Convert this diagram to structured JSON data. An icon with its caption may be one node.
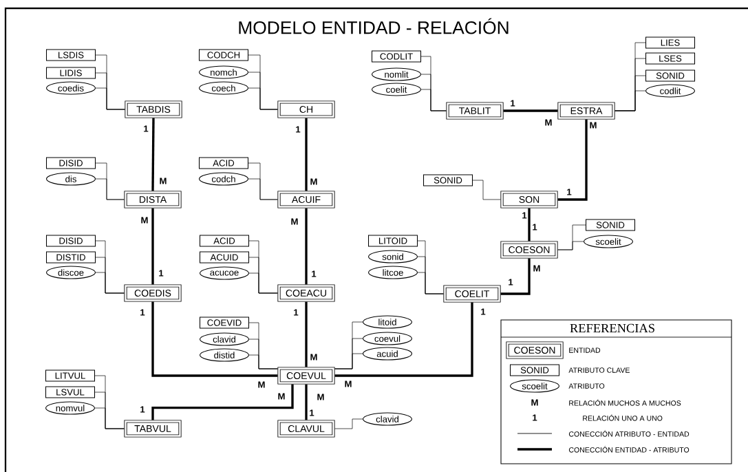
{
  "diagram": {
    "title": "MODELO ENTIDAD - RELACIÓN",
    "nodes": [
      {
        "text": [
          "LSDIS"
        ]
      },
      {
        "text": [
          "LIDIS"
        ]
      },
      {
        "text": [
          "coedis"
        ]
      },
      {
        "text": [
          "CODCH"
        ]
      },
      {
        "text": [
          "nomch"
        ]
      },
      {
        "text": [
          "coech"
        ]
      },
      {
        "text": [
          "CODLIT"
        ]
      },
      {
        "text": [
          "nomlit"
        ]
      },
      {
        "text": [
          "coelit"
        ]
      },
      {
        "text": [
          "LIES"
        ]
      },
      {
        "text": [
          "LSES"
        ]
      },
      {
        "text": [
          "SONID"
        ]
      },
      {
        "text": [
          "codlit"
        ]
      },
      {
        "text": [
          "TABDIS"
        ]
      },
      {
        "text": [
          "CH"
        ]
      },
      {
        "text": [
          "TABLIT"
        ]
      },
      {
        "text": [
          "ESTRA"
        ]
      },
      {
        "text": [
          "DISID"
        ]
      },
      {
        "text": [
          "dis"
        ]
      },
      {
        "text": [
          "ACID"
        ]
      },
      {
        "text": [
          "codch"
        ]
      },
      {
        "text": [
          "SONID"
        ]
      },
      {
        "text": [
          "DISTA"
        ]
      },
      {
        "text": [
          "ACUIF"
        ]
      },
      {
        "text": [
          "SON"
        ]
      },
      {
        "text": [
          "SONID"
        ]
      },
      {
        "text": [
          "scoelit"
        ]
      },
      {
        "text": [
          "COESON"
        ]
      },
      {
        "text": [
          "DISID"
        ]
      },
      {
        "text": [
          "DISTID"
        ]
      },
      {
        "text": [
          "discoe"
        ]
      },
      {
        "text": [
          "ACID"
        ]
      },
      {
        "text": [
          "ACUID"
        ]
      },
      {
        "text": [
          "acucoe"
        ]
      },
      {
        "text": [
          "LITOID"
        ]
      },
      {
        "text": [
          "sonid"
        ]
      },
      {
        "text": [
          "litcoe"
        ]
      },
      {
        "text": [
          "COEDIS"
        ]
      },
      {
        "text": [
          "COEACU"
        ]
      },
      {
        "text": [
          "COELIT"
        ]
      },
      {
        "text": [
          "COEVID"
        ]
      },
      {
        "text": [
          "clavid"
        ]
      },
      {
        "text": [
          "distid"
        ]
      },
      {
        "text": [
          "litoid"
        ]
      },
      {
        "text": [
          "coevul"
        ]
      },
      {
        "text": [
          "acuid"
        ]
      },
      {
        "text": [
          "COEVUL"
        ]
      },
      {
        "text": [
          "LITVUL"
        ]
      },
      {
        "text": [
          "LSVUL"
        ]
      },
      {
        "text": [
          "nomvul"
        ]
      },
      {
        "text": [
          "TABVUL"
        ]
      },
      {
        "text": [
          "CLAVUL"
        ]
      },
      {
        "text": [
          "clavid"
        ]
      },
      {
        "text": [
          "COESON"
        ]
      },
      {
        "text": [
          "SONID"
        ]
      },
      {
        "text": [
          "scoelit"
        ]
      }
    ],
    "edges": [
      {
        "from": 13,
        "to": 0,
        "arrow": "none"
      },
      {
        "from": 13,
        "to": 1,
        "arrow": "none"
      },
      {
        "from": 13,
        "to": 2,
        "arrow": "none"
      },
      {
        "from": 14,
        "to": 3,
        "arrow": "none"
      },
      {
        "from": 14,
        "to": 4,
        "arrow": "none"
      },
      {
        "from": 14,
        "to": 5,
        "arrow": "none"
      },
      {
        "from": 15,
        "to": 6,
        "arrow": "none"
      },
      {
        "from": 15,
        "to": 7,
        "arrow": "none"
      },
      {
        "from": 15,
        "to": 8,
        "arrow": "none"
      },
      {
        "from": 16,
        "to": 9,
        "arrow": "none"
      },
      {
        "from": 16,
        "to": 10,
        "arrow": "none"
      },
      {
        "from": 16,
        "to": 11,
        "arrow": "none"
      },
      {
        "from": 16,
        "to": 12,
        "arrow": "none"
      },
      {
        "from": 22,
        "to": 17,
        "arrow": "none"
      },
      {
        "from": 22,
        "to": 18,
        "arrow": "none"
      },
      {
        "from": 23,
        "to": 19,
        "arrow": "none"
      },
      {
        "from": 23,
        "to": 20,
        "arrow": "none"
      },
      {
        "from": 24,
        "to": 21,
        "arrow": "none"
      },
      {
        "from": 27,
        "to": 25,
        "arrow": "none"
      },
      {
        "from": 27,
        "to": 26,
        "arrow": "none"
      },
      {
        "from": 37,
        "to": 28,
        "arrow": "none"
      },
      {
        "from": 37,
        "to": 29,
        "arrow": "none"
      },
      {
        "from": 37,
        "to": 30,
        "arrow": "none"
      },
      {
        "from": 38,
        "to": 31,
        "arrow": "none"
      },
      {
        "from": 38,
        "to": 32,
        "arrow": "none"
      },
      {
        "from": 38,
        "to": 33,
        "arrow": "none"
      },
      {
        "from": 39,
        "to": 34,
        "arrow": "none"
      },
      {
        "from": 39,
        "to": 35,
        "arrow": "none"
      },
      {
        "from": 39,
        "to": 36,
        "arrow": "none"
      },
      {
        "from": 46,
        "to": 40,
        "arrow": "none"
      },
      {
        "from": 46,
        "to": 41,
        "arrow": "none"
      },
      {
        "from": 46,
        "to": 42,
        "arrow": "none"
      },
      {
        "from": 46,
        "to": 43,
        "arrow": "none"
      },
      {
        "from": 46,
        "to": 44,
        "arrow": "none"
      },
      {
        "from": 46,
        "to": 45,
        "arrow": "none"
      },
      {
        "from": 50,
        "to": 47,
        "arrow": "none"
      },
      {
        "from": 50,
        "to": 48,
        "arrow": "none"
      },
      {
        "from": 50,
        "to": 49,
        "arrow": "none"
      },
      {
        "from": 51,
        "to": 52,
        "arrow": "none"
      },
      {
        "from": 13,
        "to": 22,
        "arrow": "none",
        "style": "thick"
      },
      {
        "from": 14,
        "to": 23,
        "arrow": "none",
        "style": "thick"
      },
      {
        "from": 15,
        "to": 16,
        "arrow": "none",
        "style": "thick"
      },
      {
        "from": 16,
        "to": 24,
        "arrow": "none",
        "style": "thick"
      },
      {
        "from": 22,
        "to": 37,
        "arrow": "none",
        "style": "thick"
      },
      {
        "from": 23,
        "to": 38,
        "arrow": "none",
        "style": "thick"
      },
      {
        "from": 24,
        "to": 27,
        "arrow": "none",
        "style": "thick"
      },
      {
        "from": 27,
        "to": 39,
        "arrow": "none",
        "style": "thick"
      },
      {
        "from": 37,
        "to": 46,
        "arrow": "none",
        "style": "thick"
      },
      {
        "from": 38,
        "to": 46,
        "arrow": "none",
        "style": "thick"
      },
      {
        "from": 39,
        "to": 46,
        "arrow": "none",
        "style": "thick"
      },
      {
        "from": 46,
        "to": 50,
        "arrow": "none",
        "style": "thick"
      },
      {
        "from": 46,
        "to": 51,
        "arrow": "none",
        "style": "thick"
      }
    ],
    "labels": [
      "1",
      "M",
      "M",
      "1",
      "1",
      "M",
      "M",
      "1",
      "1",
      "M",
      "M",
      "1",
      "M",
      "1",
      "1",
      "1",
      "1",
      "1",
      "1",
      "M",
      "M",
      "M",
      "M",
      "M",
      "1",
      "1",
      "REFERENCIAS",
      "M",
      "1"
    ],
    "legend": [
      {
        "text": "ENTIDAD"
      },
      {
        "text": "ATRIBUTO CLAVE"
      },
      {
        "text": "ATRIBUTO"
      },
      {
        "text": "RELACIÓN MUCHOS A MUCHOS"
      },
      {
        "text": "RELACIÓN UNO A UNO"
      },
      {
        "text": "CONECCIÓN ATRIBUTO - ENTIDAD"
      },
      {
        "text": "CONECCIÓN ENTIDAD - ATRIBUTO"
      }
    ]
  }
}
